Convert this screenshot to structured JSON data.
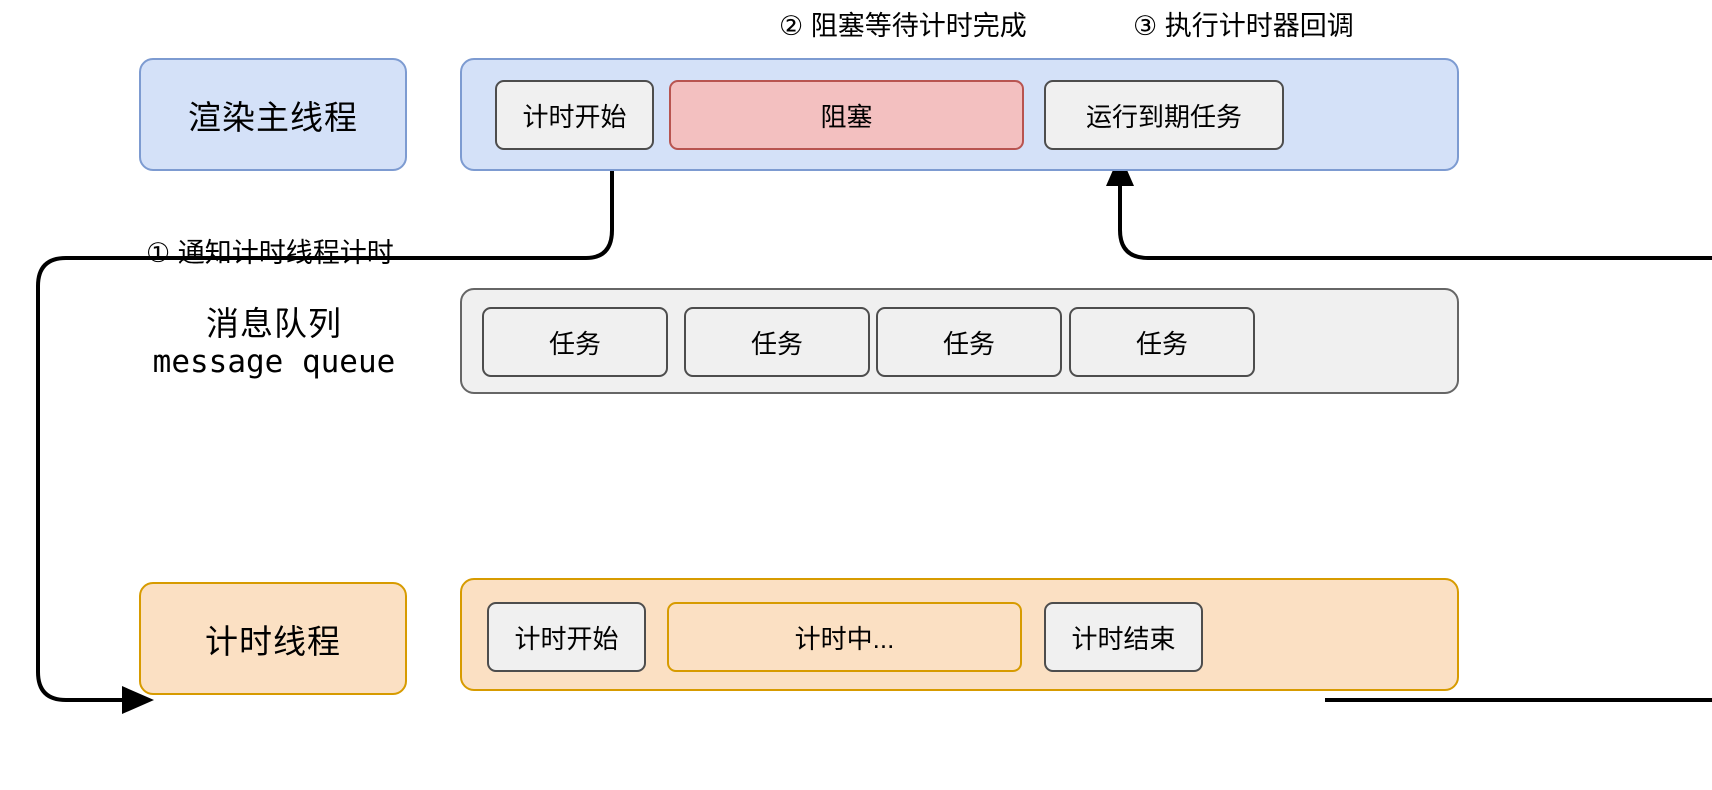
{
  "diagram": {
    "title_annotations": [
      {
        "id": "step2",
        "text": "② 阻塞等待计时完成"
      },
      {
        "id": "step3",
        "text": "③ 执行计时器回调"
      },
      {
        "id": "step1",
        "text": "① 通知计时线程计时"
      }
    ],
    "lanes": [
      {
        "id": "render-main-thread",
        "label": "渲染主线程",
        "style": "blue",
        "blocks": [
          {
            "id": "timer-start",
            "label": "计时开始",
            "style": "grey"
          },
          {
            "id": "blocked",
            "label": "阻塞",
            "style": "red"
          },
          {
            "id": "run-expired-task",
            "label": "运行到期任务",
            "style": "grey"
          }
        ]
      },
      {
        "id": "message-queue",
        "label_cn": "消息队列",
        "label_en": "message queue",
        "style": "grey",
        "blocks": [
          {
            "id": "task-1",
            "label": "任务",
            "style": "grey"
          },
          {
            "id": "task-2",
            "label": "任务",
            "style": "grey"
          },
          {
            "id": "task-3",
            "label": "任务",
            "style": "grey"
          },
          {
            "id": "task-4",
            "label": "任务",
            "style": "grey"
          }
        ]
      },
      {
        "id": "timer-thread",
        "label": "计时线程",
        "style": "orange",
        "blocks": [
          {
            "id": "timing-start",
            "label": "计时开始",
            "style": "grey"
          },
          {
            "id": "timing-in-progress",
            "label": "计时中...",
            "style": "orange"
          },
          {
            "id": "timing-end",
            "label": "计时结束",
            "style": "grey"
          }
        ]
      }
    ],
    "colors": {
      "blue_fill": "#d4e1f8",
      "blue_stroke": "#7d9bd1",
      "orange_fill": "#fbe0c3",
      "orange_stroke": "#d79b00",
      "red_fill": "#f3c0c0",
      "red_stroke": "#b85450",
      "grey_fill": "#f0f0f0",
      "grey_stroke": "#4d4d4d",
      "queue_stroke": "#666666",
      "wire": "#000000"
    }
  }
}
